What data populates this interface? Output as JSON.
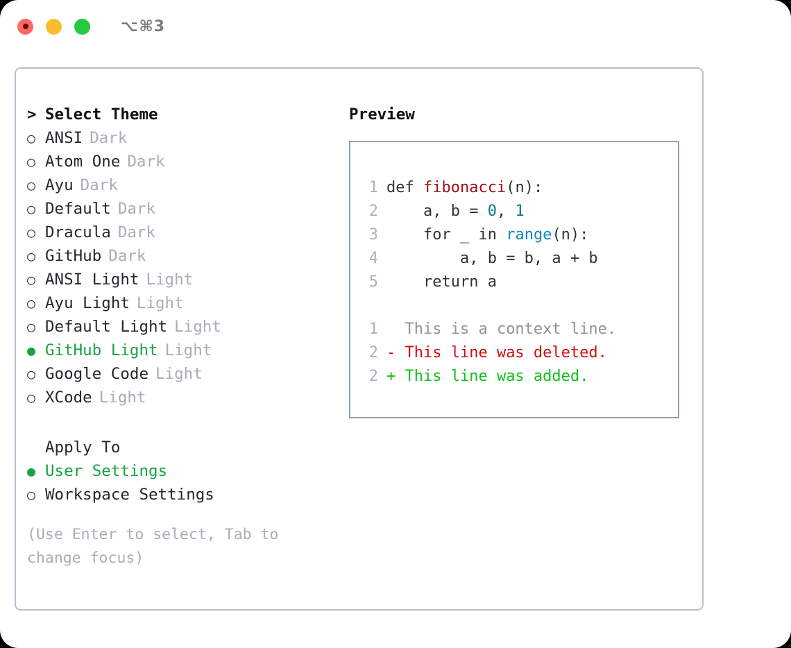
{
  "titlebar": {
    "shortcut": "⌥⌘3",
    "lights": [
      "close-red",
      "minimize-yellow",
      "zoom-green"
    ]
  },
  "theme_list": {
    "header_marker": ">",
    "header": "Select Theme",
    "items": [
      {
        "marker": "○",
        "label": "ANSI",
        "tag": "Dark",
        "selected": false
      },
      {
        "marker": "○",
        "label": "Atom One",
        "tag": "Dark",
        "selected": false
      },
      {
        "marker": "○",
        "label": "Ayu",
        "tag": "Dark",
        "selected": false
      },
      {
        "marker": "○",
        "label": "Default",
        "tag": "Dark",
        "selected": false
      },
      {
        "marker": "○",
        "label": "Dracula",
        "tag": "Dark",
        "selected": false
      },
      {
        "marker": "○",
        "label": "GitHub",
        "tag": "Dark",
        "selected": false
      },
      {
        "marker": "○",
        "label": "ANSI Light",
        "tag": "Light",
        "selected": false
      },
      {
        "marker": "○",
        "label": "Ayu Light",
        "tag": "Light",
        "selected": false
      },
      {
        "marker": "○",
        "label": "Default Light",
        "tag": "Light",
        "selected": false
      },
      {
        "marker": "●",
        "label": "GitHub Light",
        "tag": "Light",
        "selected": true
      },
      {
        "marker": "○",
        "label": "Google Code",
        "tag": "Light",
        "selected": false
      },
      {
        "marker": "○",
        "label": "XCode",
        "tag": "Light",
        "selected": false
      }
    ]
  },
  "apply_to": {
    "header": "Apply To",
    "items": [
      {
        "marker": "●",
        "label": "User Settings",
        "selected": true
      },
      {
        "marker": "○",
        "label": "Workspace Settings",
        "selected": false
      }
    ]
  },
  "hint": "(Use Enter to select, Tab to change focus)",
  "preview": {
    "title": "Preview",
    "code_lines": [
      {
        "n": "1",
        "indent": "",
        "parts": [
          {
            "t": "def ",
            "k": "code"
          },
          {
            "t": "fibonacci",
            "k": "fn"
          },
          {
            "t": "(n):",
            "k": "code"
          }
        ]
      },
      {
        "n": "2",
        "indent": "    ",
        "parts": [
          {
            "t": "a, b = ",
            "k": "code"
          },
          {
            "t": "0",
            "k": "num"
          },
          {
            "t": ", ",
            "k": "code"
          },
          {
            "t": "1",
            "k": "num"
          }
        ]
      },
      {
        "n": "3",
        "indent": "    ",
        "parts": [
          {
            "t": "for _ in ",
            "k": "code"
          },
          {
            "t": "range",
            "k": "call"
          },
          {
            "t": "(n):",
            "k": "code"
          }
        ]
      },
      {
        "n": "4",
        "indent": "        ",
        "parts": [
          {
            "t": "a, b = b, a + b",
            "k": "code"
          }
        ]
      },
      {
        "n": "5",
        "indent": "    ",
        "parts": [
          {
            "t": "return a",
            "k": "code"
          }
        ]
      }
    ],
    "diff_lines": [
      {
        "n": "1",
        "sign": " ",
        "text": " This is a context line.",
        "kind": "ctx"
      },
      {
        "n": "2",
        "sign": "-",
        "text": " This line was deleted.",
        "kind": "del"
      },
      {
        "n": "2",
        "sign": "+",
        "text": " This line was added.",
        "kind": "add"
      }
    ]
  },
  "colors": {
    "selected_green": "#17a343",
    "tag_grey": "#a6aebb",
    "panel_border": "#b9c0cc",
    "preview_border": "#93a1ad",
    "diff_add": "#13c019",
    "diff_del": "#d01010",
    "token_fn": "#a0111a",
    "token_num": "#0b7b83",
    "token_call": "#1186c9"
  }
}
